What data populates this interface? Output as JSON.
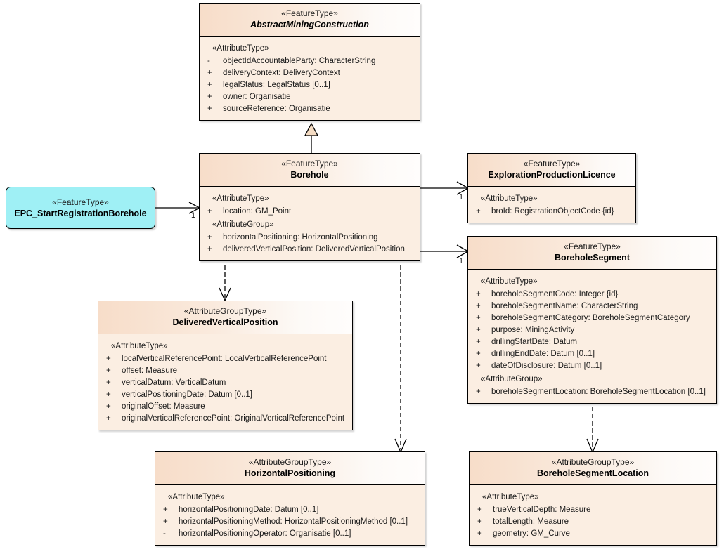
{
  "diagram": {
    "title": "UML class diagram - Borehole",
    "colors": {
      "class_fill": "#fbeee2",
      "class_header_left": "#f7ddc9",
      "epc_fill": "#9ff0f5",
      "border": "#000000"
    }
  },
  "classes": {
    "abstract_mining_construction": {
      "stereotype": "«FeatureType»",
      "name": "AbstractMiningConstruction",
      "abstract": true,
      "sections": [
        {
          "group_label": "«AttributeType»",
          "attributes": [
            {
              "visibility": "-",
              "signature": "objectIdAccountableParty: CharacterString"
            },
            {
              "visibility": "+",
              "signature": "deliveryContext: DeliveryContext"
            },
            {
              "visibility": "+",
              "signature": "legalStatus: LegalStatus [0..1]"
            },
            {
              "visibility": "+",
              "signature": "owner: Organisatie"
            },
            {
              "visibility": "+",
              "signature": "sourceReference: Organisatie"
            }
          ]
        }
      ]
    },
    "borehole": {
      "stereotype": "«FeatureType»",
      "name": "Borehole",
      "abstract": false,
      "sections": [
        {
          "group_label": "«AttributeType»",
          "attributes": [
            {
              "visibility": "+",
              "signature": "location: GM_Point"
            }
          ]
        },
        {
          "group_label": "«AttributeGroup»",
          "attributes": [
            {
              "visibility": "+",
              "signature": "horizontalPositioning: HorizontalPositioning"
            },
            {
              "visibility": "+",
              "signature": "deliveredVerticalPosition: DeliveredVerticalPosition"
            }
          ]
        }
      ]
    },
    "epc_start_registration_borehole": {
      "stereotype": "«FeatureType»",
      "name": "EPC_StartRegistrationBorehole",
      "abstract": false,
      "sections": []
    },
    "exploration_production_licence": {
      "stereotype": "«FeatureType»",
      "name": "ExplorationProductionLicence",
      "abstract": false,
      "sections": [
        {
          "group_label": "«AttributeType»",
          "attributes": [
            {
              "visibility": "+",
              "signature": "broId: RegistrationObjectCode {id}"
            }
          ]
        }
      ]
    },
    "borehole_segment": {
      "stereotype": "«FeatureType»",
      "name": "BoreholeSegment",
      "abstract": false,
      "sections": [
        {
          "group_label": "«AttributeType»",
          "attributes": [
            {
              "visibility": "+",
              "signature": "boreholeSegmentCode: Integer {id}"
            },
            {
              "visibility": "+",
              "signature": "boreholeSegmentName: CharacterString"
            },
            {
              "visibility": "+",
              "signature": "boreholeSegmentCategory: BoreholeSegmentCategory"
            },
            {
              "visibility": "+",
              "signature": "purpose: MiningActivity"
            },
            {
              "visibility": "+",
              "signature": "drillingStartDate: Datum"
            },
            {
              "visibility": "+",
              "signature": "drillingEndDate: Datum [0..1]"
            },
            {
              "visibility": "+",
              "signature": "dateOfDisclosure: Datum [0..1]"
            }
          ]
        },
        {
          "group_label": "«AttributeGroup»",
          "attributes": [
            {
              "visibility": "+",
              "signature": "boreholeSegmentLocation: BoreholeSegmentLocation [0..1]"
            }
          ]
        }
      ]
    },
    "delivered_vertical_position": {
      "stereotype": "«AttributeGroupType»",
      "name": "DeliveredVerticalPosition",
      "abstract": false,
      "sections": [
        {
          "group_label": "«AttributeType»",
          "attributes": [
            {
              "visibility": "+",
              "signature": "localVerticalReferencePoint: LocalVerticalReferencePoint"
            },
            {
              "visibility": "+",
              "signature": "offset: Measure"
            },
            {
              "visibility": "+",
              "signature": "verticalDatum: VerticalDatum"
            },
            {
              "visibility": "+",
              "signature": "verticalPositioningDate: Datum [0..1]"
            },
            {
              "visibility": "+",
              "signature": "originalOffset: Measure"
            },
            {
              "visibility": "+",
              "signature": "originalVerticalReferencePoint: OriginalVerticalReferencePoint"
            }
          ]
        }
      ]
    },
    "horizontal_positioning": {
      "stereotype": "«AttributeGroupType»",
      "name": "HorizontalPositioning",
      "abstract": false,
      "sections": [
        {
          "group_label": "«AttributeType»",
          "attributes": [
            {
              "visibility": "+",
              "signature": "horizontalPositioningDate: Datum [0..1]"
            },
            {
              "visibility": "+",
              "signature": "horizontalPositioningMethod: HorizontalPositioningMethod [0..1]"
            },
            {
              "visibility": "-",
              "signature": "horizontalPositioningOperator: Organisatie [0..1]"
            }
          ]
        }
      ]
    },
    "borehole_segment_location": {
      "stereotype": "«AttributeGroupType»",
      "name": "BoreholeSegmentLocation",
      "abstract": false,
      "sections": [
        {
          "group_label": "«AttributeType»",
          "attributes": [
            {
              "visibility": "+",
              "signature": "trueVerticalDepth: Measure"
            },
            {
              "visibility": "+",
              "signature": "totalLength: Measure"
            },
            {
              "visibility": "+",
              "signature": "geometry: GM_Curve"
            }
          ]
        }
      ]
    }
  },
  "connectors": {
    "generalization_borehole_to_amc": {
      "kind": "generalization",
      "multiplicity": ""
    },
    "epc_to_borehole": {
      "kind": "association",
      "multiplicity": "1"
    },
    "borehole_to_licence": {
      "kind": "association",
      "multiplicity": "1"
    },
    "borehole_to_segment": {
      "kind": "association",
      "multiplicity": "1"
    },
    "borehole_to_dvp": {
      "kind": "dependency",
      "multiplicity": ""
    },
    "borehole_to_hp": {
      "kind": "dependency",
      "multiplicity": ""
    },
    "segment_to_location": {
      "kind": "dependency",
      "multiplicity": ""
    }
  }
}
